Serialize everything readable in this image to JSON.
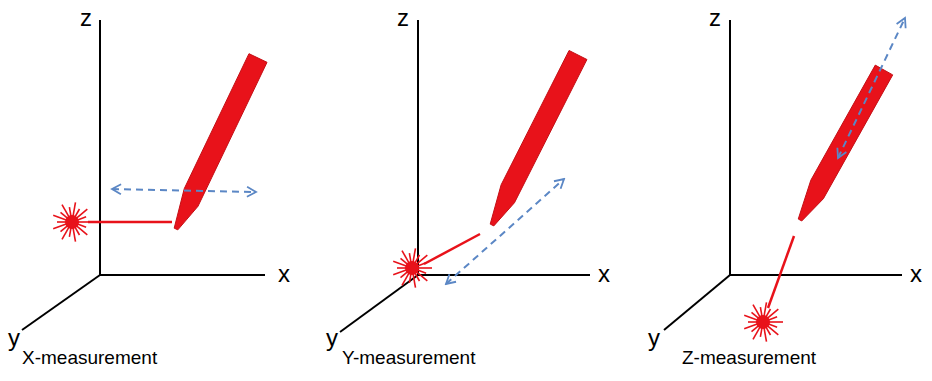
{
  "diagram": {
    "labels": [
      "z",
      "x",
      "y",
      "X-measurement",
      "z",
      "x",
      "y",
      "Y-measurement",
      "z",
      "x",
      "y",
      "Z-measurement"
    ]
  }
}
